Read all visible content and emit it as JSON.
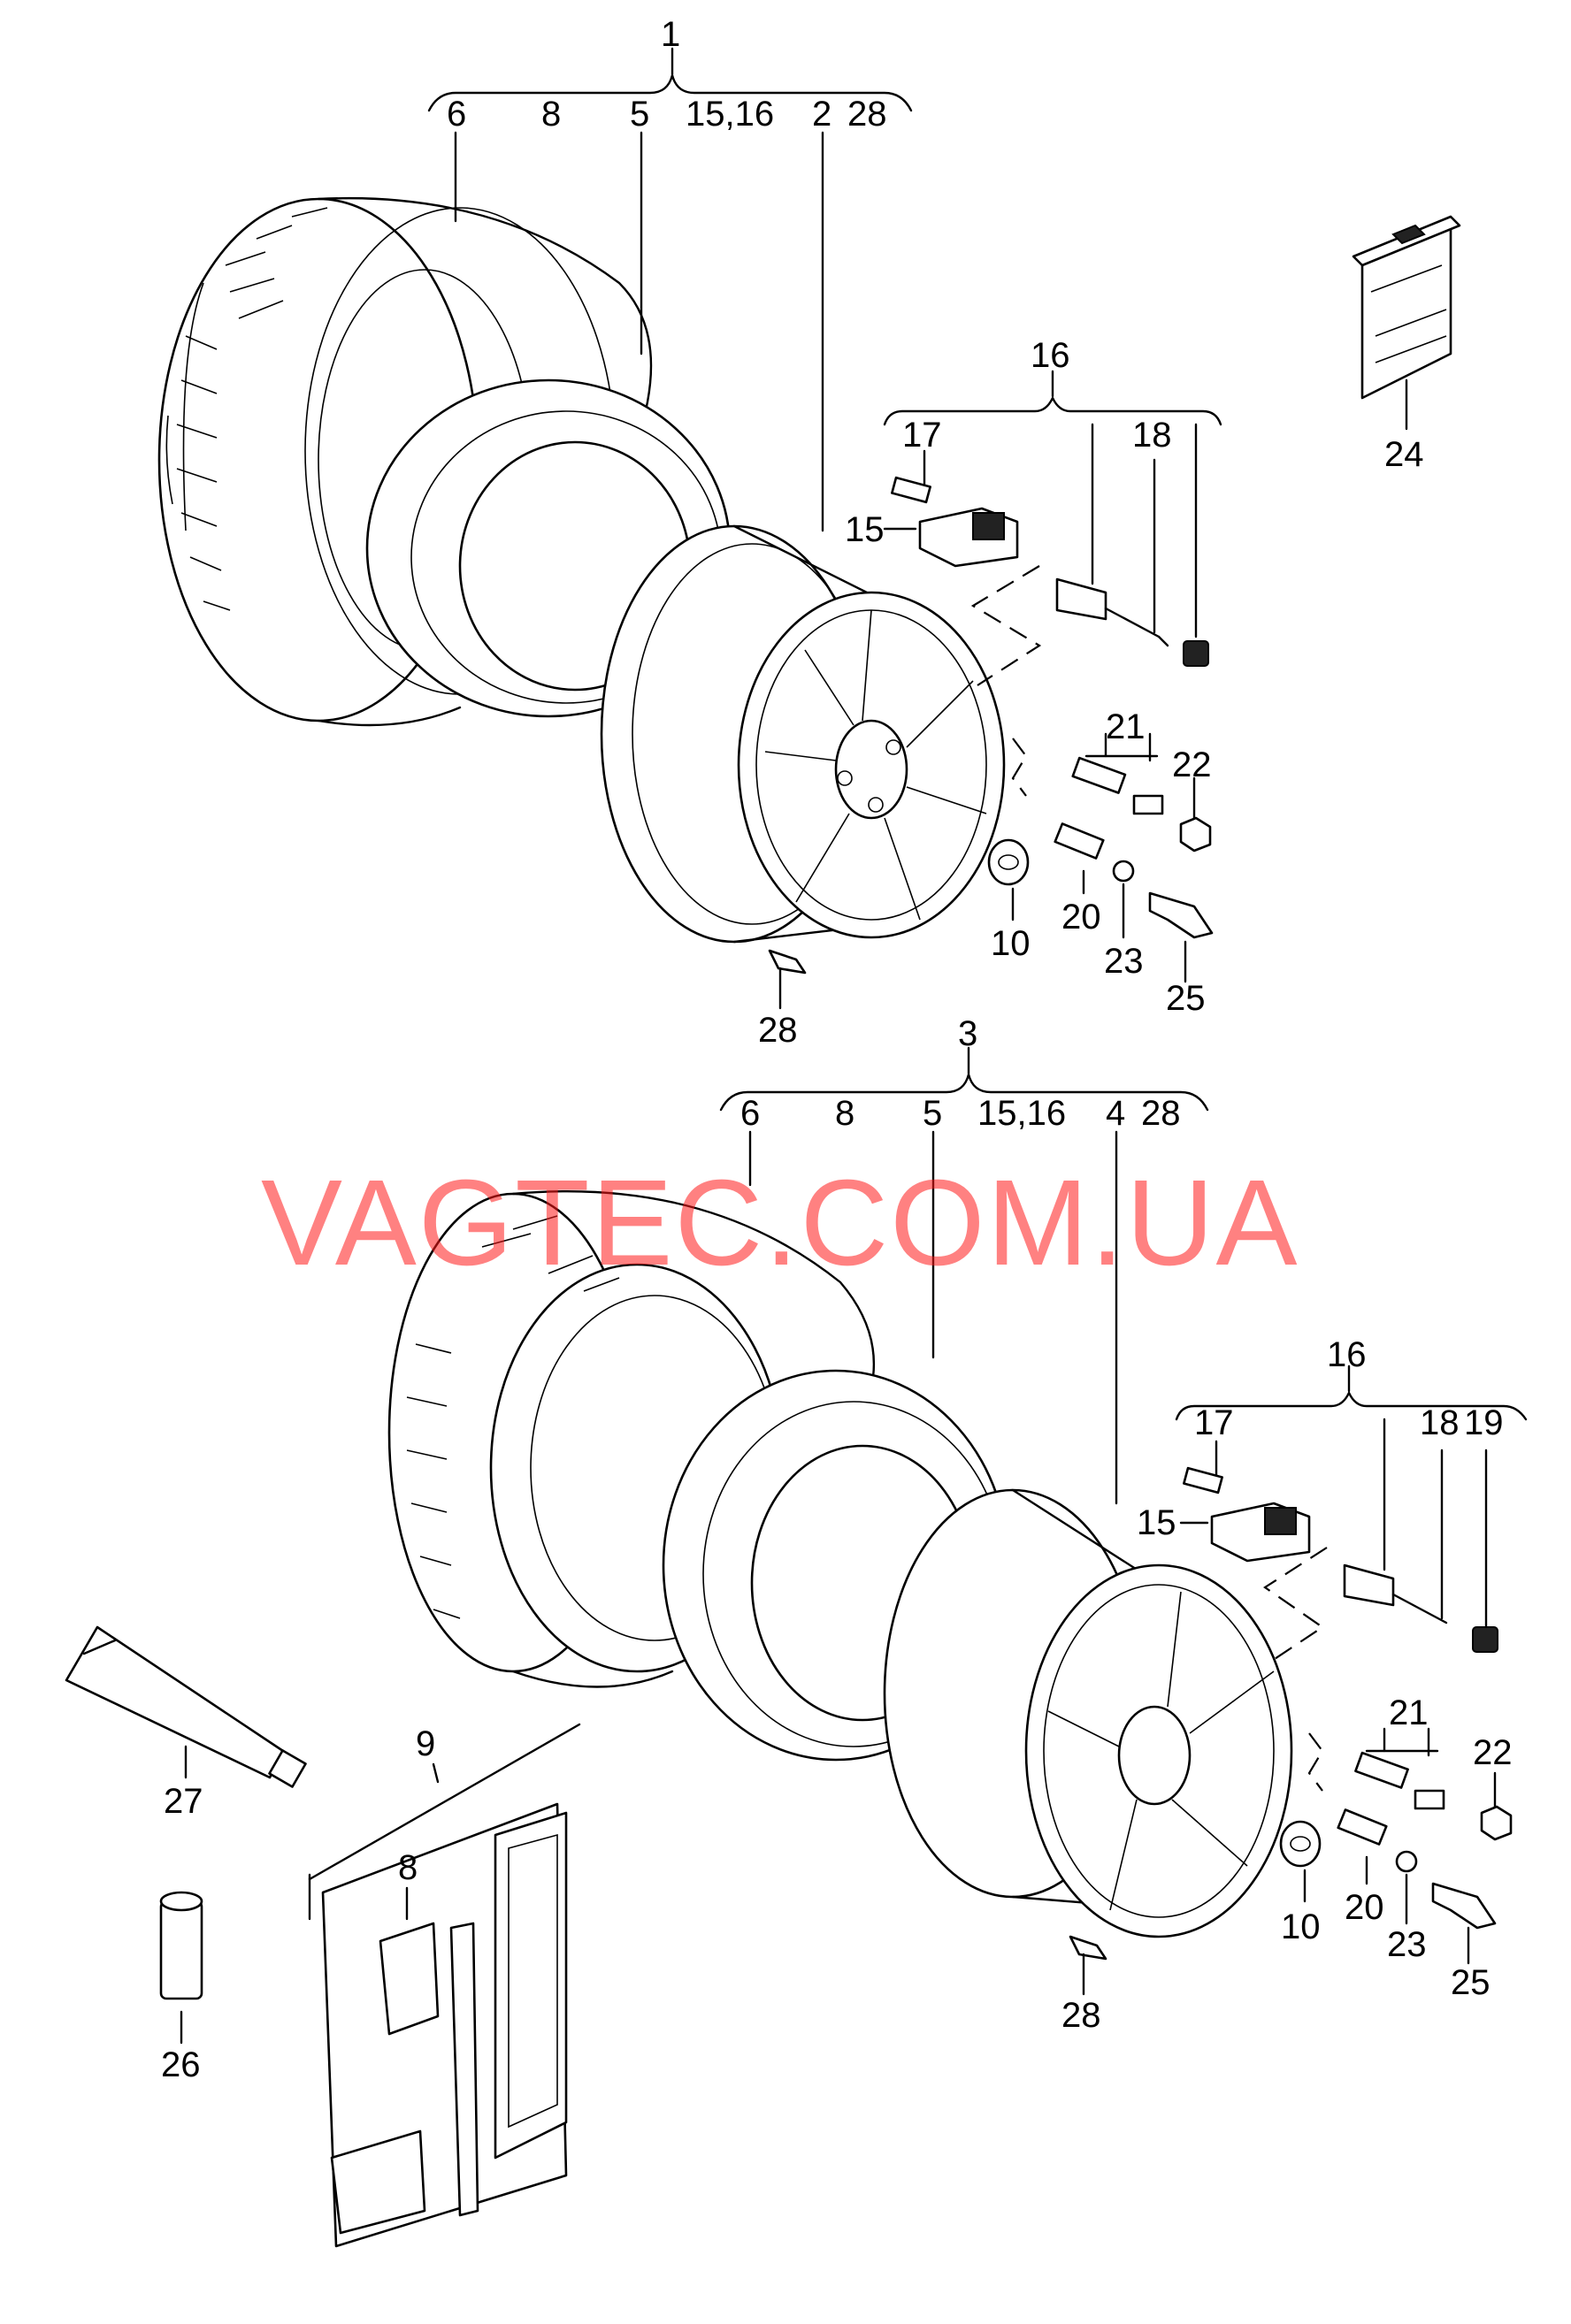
{
  "watermark": "VAGTEC.COM.UA",
  "labels": {
    "top": {
      "assembly": "1",
      "tyre_a": "6",
      "tyre_b": "8",
      "tube": "5",
      "sensor_set": "15,16",
      "rim": "2",
      "tag": "28",
      "kit": "16",
      "bolt": "17",
      "cap_stem": "18",
      "sensor": "15",
      "pack": "24",
      "valve_bolt": "21",
      "nut": "22",
      "wheel_bolt": "20",
      "center_cap": "10",
      "cap": "23",
      "tool": "25",
      "weight_tag": "28"
    },
    "bottom": {
      "assembly": "3",
      "tyre_a": "6",
      "tyre_b": "8",
      "tube": "5",
      "sensor_set": "15,16",
      "rim": "4",
      "tag": "28",
      "kit": "16",
      "bolt": "17",
      "cap_stem": "18",
      "cap_nut": "19",
      "sensor": "15",
      "valve_bolt": "21",
      "nut": "22",
      "wheel_bolt": "20",
      "center_cap": "10",
      "cap": "23",
      "tool": "25",
      "weight_tag": "28"
    },
    "accessories": {
      "paste": "27",
      "can": "26",
      "set": "9",
      "patch": "8"
    }
  }
}
